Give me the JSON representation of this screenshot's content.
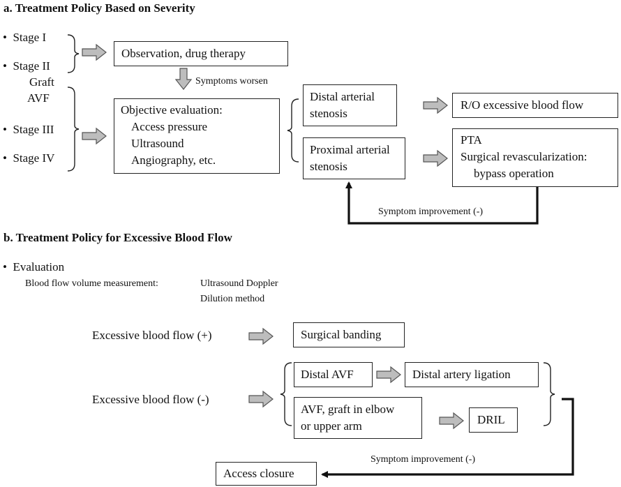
{
  "section_a": {
    "title": "a. Treatment Policy Based on Severity",
    "stages": [
      "Stage I",
      "Stage II",
      "Stage III",
      "Stage IV"
    ],
    "graft_label": "Graft",
    "avf_label": "AVF",
    "observation": "Observation, drug therapy",
    "symptoms_worsen": "Symptoms worsen",
    "objective": {
      "title": "Objective evaluation:",
      "items": [
        "Access pressure",
        "Ultrasound",
        "Angiography, etc."
      ]
    },
    "distal_stenosis": [
      "Distal arterial",
      "stenosis"
    ],
    "proximal_stenosis": [
      "Proximal arterial",
      "stenosis"
    ],
    "ro_excessive": "R/O excessive blood flow",
    "treatment": [
      "PTA",
      "Surgical revascularization:",
      "bypass operation"
    ],
    "symptom_improvement": "Symptom improvement (-)"
  },
  "section_b": {
    "title": "b. Treatment Policy for Excessive Blood Flow",
    "evaluation": "Evaluation",
    "measurement_label": "Blood flow volume measurement:",
    "methods": [
      "Ultrasound Doppler",
      "Dilution method"
    ],
    "excessive_plus": "Excessive blood flow (+)",
    "surgical_banding": "Surgical banding",
    "excessive_minus": "Excessive blood flow (-)",
    "distal_avf": "Distal AVF",
    "distal_ligation": "Distal artery ligation",
    "avf_graft": [
      "AVF, graft in elbow",
      "or upper arm"
    ],
    "dril": "DRIL",
    "symptom_improvement": "Symptom improvement (-)",
    "access_closure": "Access closure"
  }
}
